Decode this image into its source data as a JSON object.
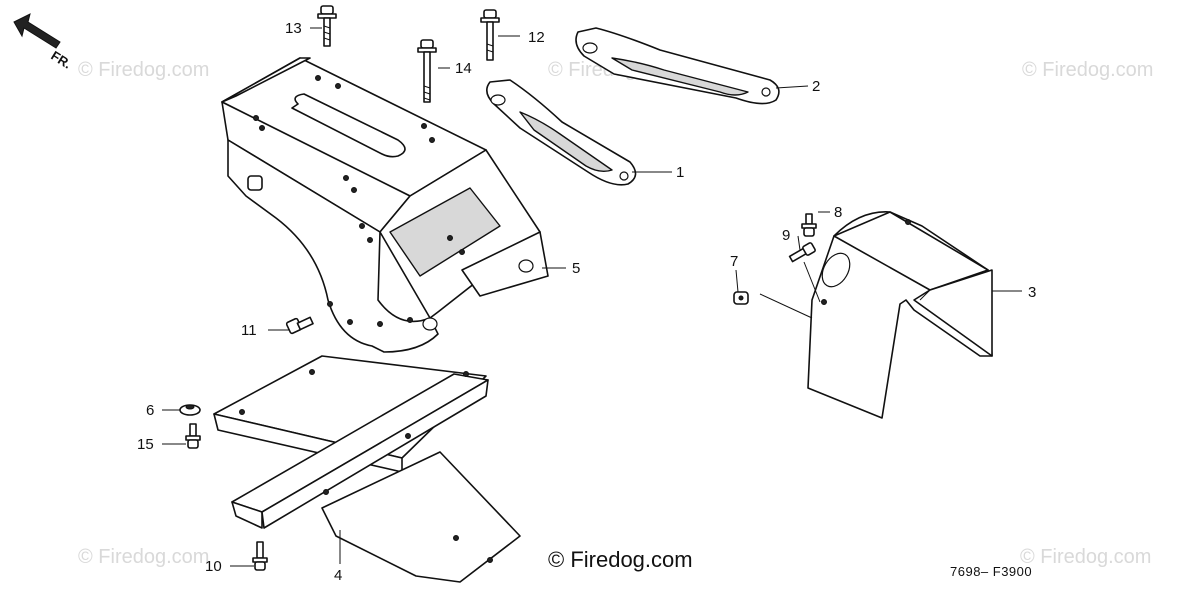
{
  "diagram": {
    "direction_label": "FR.",
    "callouts": [
      "1",
      "2",
      "3",
      "4",
      "5",
      "6",
      "7",
      "8",
      "9",
      "10",
      "11",
      "12",
      "13",
      "14",
      "15"
    ],
    "watermarks": [
      "© Firedog.com",
      "© Firedog.com",
      "© Firedog.com",
      "© Firedog.com",
      "© Firedog.com"
    ],
    "credit": "© Firedog.com",
    "drawing_code": "7698– F3900"
  }
}
